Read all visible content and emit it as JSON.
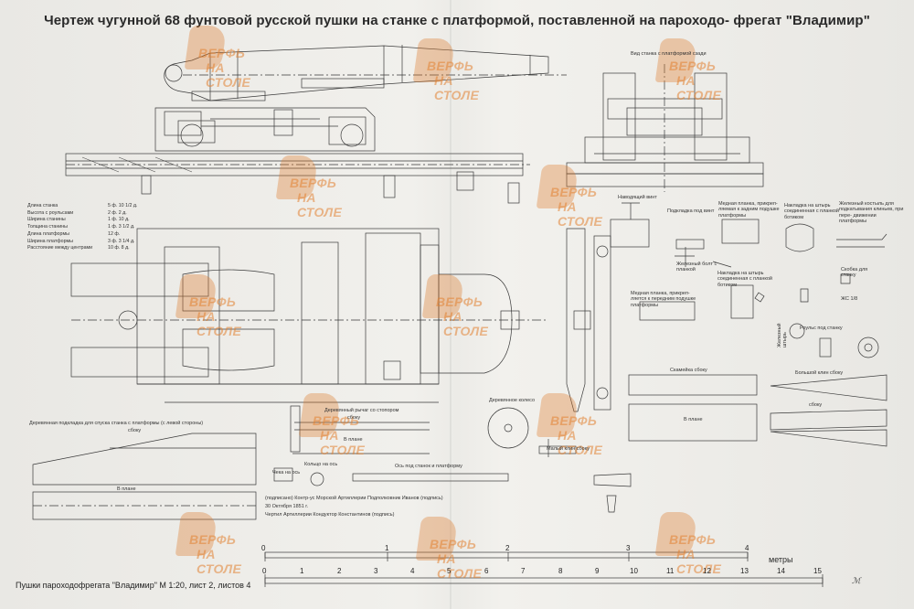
{
  "title": "Чертеж чугунной 68 фунтовой русской пушки на станке с платформой, поставленной на пароходо- фрегат \"Владимир\"",
  "watermark": {
    "line1": "ВЕРФЬ",
    "line2": "НА СТОЛЕ"
  },
  "specs": [
    {
      "name": "Длина станка",
      "value": "5 ф. 10 1/2 д."
    },
    {
      "name": "Высота с роульсами",
      "value": "2 ф.     2 д."
    },
    {
      "name": "Ширина станины",
      "value": "1 ф.     10 д."
    },
    {
      "name": "Толщина станины",
      "value": "1 ф.     3 1/2 д."
    },
    {
      "name": "Длина платформы",
      "value": "12 ф."
    },
    {
      "name": "Ширина платформы",
      "value": "3 ф.     3 1/4 д."
    },
    {
      "name": "Расстояние между центрами",
      "value": "10 ф.     8 д."
    }
  ],
  "labels": {
    "front_view": "Вид станка с платформой сзади",
    "adjusting_screw": "Наводящий винт",
    "screw_plate": "Подкладка под винт",
    "copper_plate_rear": "Медная планка, прикреп- ляемая к задним подушке платформы",
    "overlay_pin_rear": "Накладка на штырь соединенная с планкой ботиком",
    "iron_crutch": "Железный костыль для подкатывания клиньев, при пере- движении платформы",
    "iron_bolt": "Железный болт с планкой",
    "overlay_pin_front": "Накладка на штырь соединенная с планкой ботиком",
    "bracket": "Скобка для станку",
    "k138": "ЖС 1/8",
    "copper_plate_front": "Медная планка, прикреп- ляется к передним подушке платформы",
    "iron_pin": "Железный штырь",
    "roller": "Роульс под станку",
    "bench_side": "Скамейка сбоку",
    "large_wedge": "Большой клин сбоку",
    "side": "сбоку",
    "in_plan": "В плане",
    "wooden_wheel": "Деревянное колесо",
    "small_wedge": "Малый клин сбоку",
    "wooden_stopper_lever": "Деревянный рычаг со стопором",
    "wooden_wedge": "Деревянная подкладка для спуска станка с платформы (с левой стороны)",
    "axle_pin": "Чека на ось",
    "axle_ring": "Кольцо на ось",
    "carriage_axle": "Ось под станок и платформу"
  },
  "signatures": [
    "(подписано) Контр-ус Морской Артиллерии Подполковник Иванов (подпись)",
    "30 Октября 1851 г.",
    "Чертил Артиллерии Кондуктор Константинов (подпись)"
  ],
  "scale_top": [
    "0",
    "1",
    "2",
    "3",
    "4"
  ],
  "scale_unit": "метры",
  "scale_bottom": [
    "0",
    "1",
    "2",
    "3",
    "4",
    "5",
    "6",
    "7",
    "8",
    "9",
    "10",
    "11",
    "12",
    "13",
    "14",
    "15"
  ],
  "footer": "Пушки пароходофрегата \"Владимир\" М 1:20, лист 2, листов 4"
}
